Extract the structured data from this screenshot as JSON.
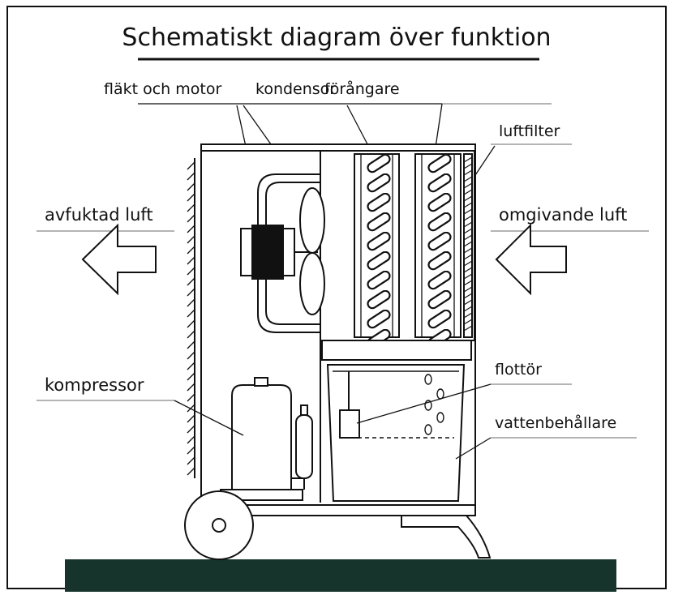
{
  "title": "Schematiskt diagram över funktion",
  "labels": {
    "fan_motor": "fläkt och motor",
    "condenser": "kondensor",
    "evaporator": "förångare",
    "air_filter": "luftfilter",
    "dehumidified_air": "avfuktad luft",
    "ambient_air": "omgivande luft",
    "compressor": "kompressor",
    "float": "flottör",
    "water_tank": "vattenbehållare"
  },
  "colors": {
    "line": "#111111",
    "floor": "#16332c",
    "background": "#ffffff"
  }
}
